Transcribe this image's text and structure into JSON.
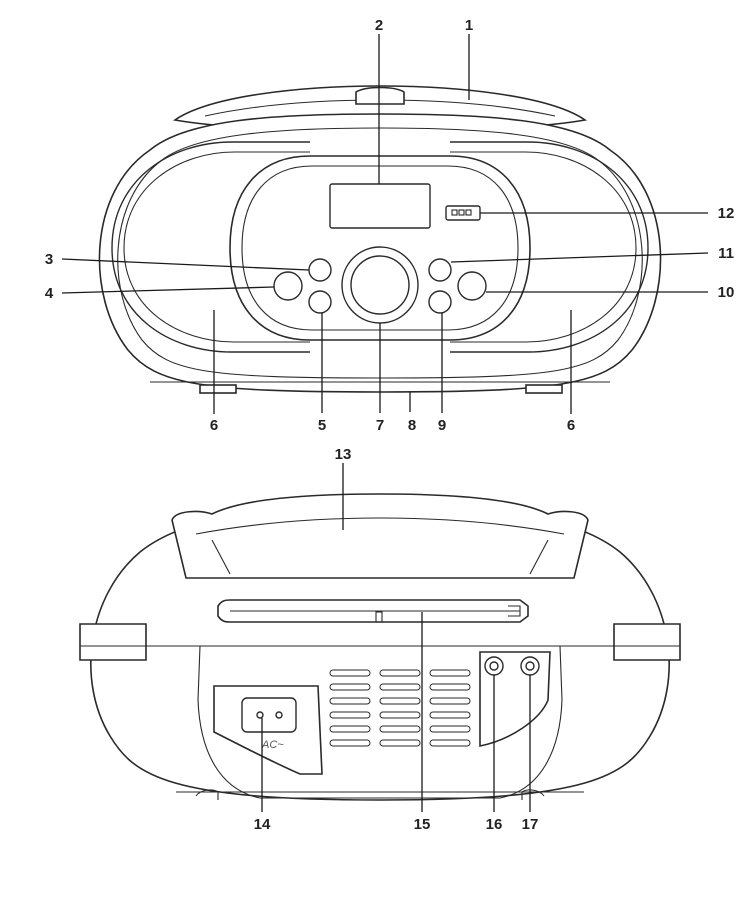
{
  "labels": {
    "n1": "1",
    "n2": "2",
    "n3": "3",
    "n4": "4",
    "n5": "5",
    "n6_left": "6",
    "n6_right": "6",
    "n7": "7",
    "n8": "8",
    "n9": "9",
    "n10": "10",
    "n11": "11",
    "n12": "12",
    "n13": "13",
    "n14": "14",
    "n15": "15",
    "n16": "16",
    "n17": "17"
  },
  "back_panel": {
    "ac_text": "AC~"
  }
}
